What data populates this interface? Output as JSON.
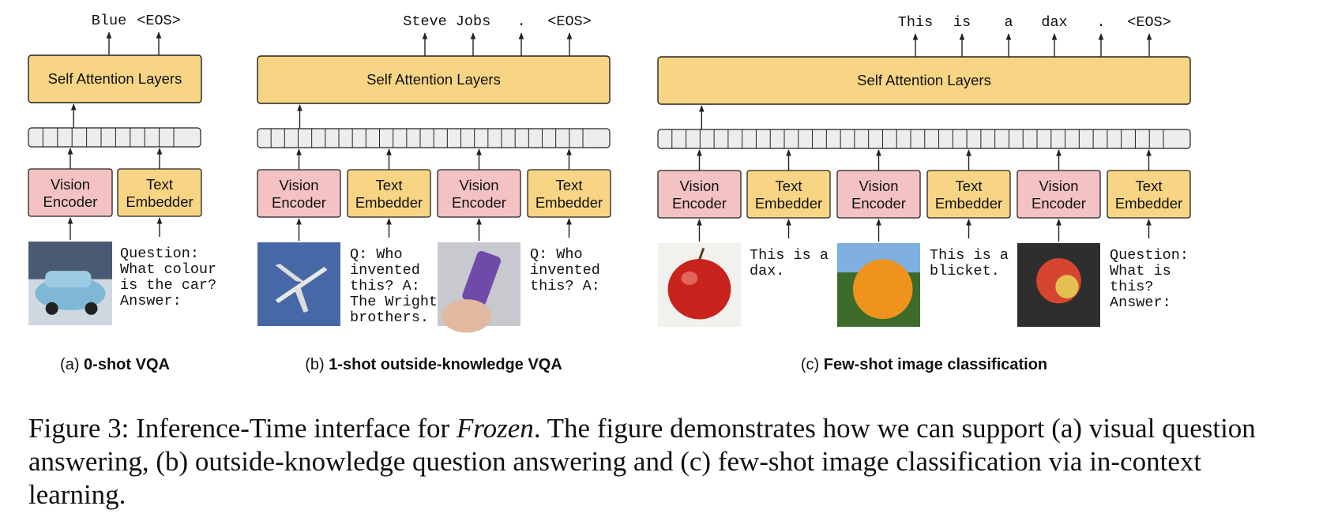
{
  "colors": {
    "attention_fill": "#f7d584",
    "vision_fill": "#f4c2c3",
    "text_fill": "#f7d584",
    "token_fill": "#ededed",
    "stroke": "#222222"
  },
  "self_attention_label": "Self Attention Layers",
  "panels": [
    {
      "id": "a",
      "outputs": [
        "Blue",
        "<EOS>"
      ],
      "tokens": 10,
      "blocks": [
        {
          "type": "vision",
          "label_line1": "Vision",
          "label_line2": "Encoder",
          "image": "car-photo"
        },
        {
          "type": "text",
          "label_line1": "Text",
          "label_line2": "Embedder",
          "text_lines": [
            "Question:",
            "What colour",
            "is the car?",
            "Answer:"
          ]
        }
      ],
      "caption_prefix": "(a) ",
      "caption_bold": "0-shot VQA"
    },
    {
      "id": "b",
      "outputs": [
        "Steve",
        "Jobs",
        ".",
        "<EOS>"
      ],
      "tokens": 24,
      "blocks": [
        {
          "type": "vision",
          "label_line1": "Vision",
          "label_line2": "Encoder",
          "image": "airplane-photo"
        },
        {
          "type": "text",
          "label_line1": "Text",
          "label_line2": "Embedder",
          "text_lines": [
            "Q: Who",
            "invented",
            "this? A:",
            "The Wright",
            "brothers."
          ]
        },
        {
          "type": "vision",
          "label_line1": "Vision",
          "label_line2": "Encoder",
          "image": "phone-photo"
        },
        {
          "type": "text",
          "label_line1": "Text",
          "label_line2": "Embedder",
          "text_lines": [
            "Q: Who",
            "invented",
            "this? A:"
          ]
        }
      ],
      "caption_prefix": "(b) ",
      "caption_bold": "1-shot outside-knowledge VQA"
    },
    {
      "id": "c",
      "outputs": [
        "This",
        "is",
        "a",
        "dax",
        ".",
        "<EOS>"
      ],
      "tokens": 36,
      "blocks": [
        {
          "type": "vision",
          "label_line1": "Vision",
          "label_line2": "Encoder",
          "image": "red-apple-photo"
        },
        {
          "type": "text",
          "label_line1": "Text",
          "label_line2": "Embedder",
          "text_lines": [
            "This is a",
            "dax."
          ]
        },
        {
          "type": "vision",
          "label_line1": "Vision",
          "label_line2": "Encoder",
          "image": "orange-photo"
        },
        {
          "type": "text",
          "label_line1": "Text",
          "label_line2": "Embedder",
          "text_lines": [
            "This is a",
            "blicket."
          ]
        },
        {
          "type": "vision",
          "label_line1": "Vision",
          "label_line2": "Encoder",
          "image": "apple-dark-photo"
        },
        {
          "type": "text",
          "label_line1": "Text",
          "label_line2": "Embedder",
          "text_lines": [
            "Question:",
            "What is",
            "this?",
            "Answer:"
          ]
        }
      ],
      "caption_prefix": "(c) ",
      "caption_bold": "Few-shot image classification"
    }
  ],
  "caption": {
    "part1": "Figure 3: Inference-Time interface for ",
    "italic": "Frozen",
    "part2": ". The figure demonstrates how we can support (a) visual question answering, (b) outside-knowledge question answering and (c) few-shot image classification via in-context learning."
  }
}
